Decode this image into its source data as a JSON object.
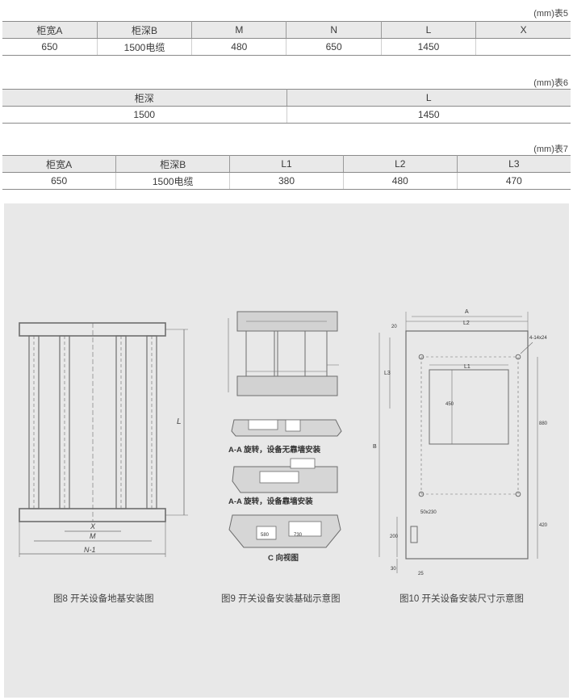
{
  "table5": {
    "caption": "(mm)表5",
    "headers": [
      "柜宽A",
      "柜深B",
      "M",
      "N",
      "L",
      "X"
    ],
    "rows": [
      [
        "650",
        "1500电缆",
        "480",
        "650",
        "1450",
        ""
      ]
    ]
  },
  "table6": {
    "caption": "(mm)表6",
    "headers": [
      "柜深",
      "L"
    ],
    "rows": [
      [
        "1500",
        "1450"
      ]
    ]
  },
  "table7": {
    "caption": "(mm)表7",
    "headers": [
      "柜宽A",
      "柜深B",
      "L1",
      "L2",
      "L3"
    ],
    "rows": [
      [
        "650",
        "1500电缆",
        "380",
        "480",
        "470"
      ]
    ]
  },
  "figures": {
    "fig8": {
      "caption": "图8 开关设备地基安装图",
      "labels": {
        "l": "L",
        "x": "X",
        "m": "M",
        "n1": "N-1"
      }
    },
    "fig9": {
      "caption": "图9 开关设备安装基础示意图",
      "section1": "A-A 旋转，设备无靠墙安装",
      "section2": "A-A 旋转，设备靠墙安装",
      "view_c": "C 向视图",
      "dims": [
        "580",
        "730"
      ]
    },
    "fig10": {
      "caption": "图10 开关设备安装尺寸示意图",
      "labels": {
        "a": "A",
        "l2": "L2",
        "l1": "L1",
        "l3": "L3",
        "b": "B",
        "holes": "4-14x24",
        "slot": "50x230",
        "d450": "450",
        "d880": "880",
        "d420": "420",
        "d200": "200",
        "d20": "20",
        "d30": "30",
        "d25": "25"
      }
    }
  }
}
